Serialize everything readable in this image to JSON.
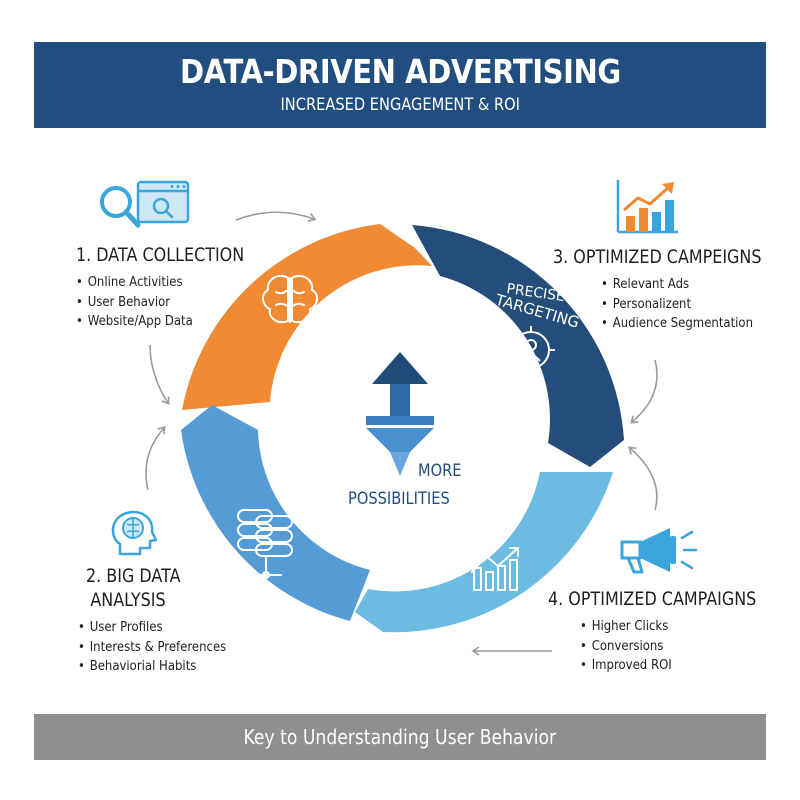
{
  "header": {
    "title": "DATA-DRIVEN ADVERTISING",
    "subtitle": "INCREASED ENGAGEMENT & ROI"
  },
  "steps": [
    {
      "heading": "1. DATA COLLECTION",
      "items": [
        "Online Activities",
        "User Behavior",
        "Website/App Data"
      ],
      "icon": "magnifier-browser-icon"
    },
    {
      "heading_line1": "2. BIG DATA",
      "heading_line2": "ANALYSIS",
      "items": [
        "User Profiles",
        "Interests & Preferences",
        "Behaviorial Habits"
      ],
      "icon": "head-brain-icon"
    },
    {
      "heading": "3. OPTIMIZED CAMPEIGNS",
      "items": [
        "Relevant Ads",
        "Personalizent",
        "Audience Segmentation"
      ],
      "icon": "bar-chart-arrow-icon"
    },
    {
      "heading": "4. OPTIMIZED CAMPAIGNS",
      "items": [
        "Higher Clicks",
        "Conversions",
        "Improved ROI"
      ],
      "icon": "megaphone-icon"
    }
  ],
  "center": {
    "line1": "MORE",
    "line2": "POSSIBILITIES",
    "icon": "funnel-arrow-icon"
  },
  "segment_labels": {
    "targeting_line1": "PRECISE",
    "targeting_line2": "TARGETING"
  },
  "footer": {
    "text": "Key to Understanding User Behavior"
  },
  "colors": {
    "header_bg": "#214e7f",
    "orange": "#f08a33",
    "dark_blue": "#244d7a",
    "mid_blue": "#559bd6",
    "light_blue": "#6cbbe3",
    "footer_bg": "#8f8f8f"
  }
}
